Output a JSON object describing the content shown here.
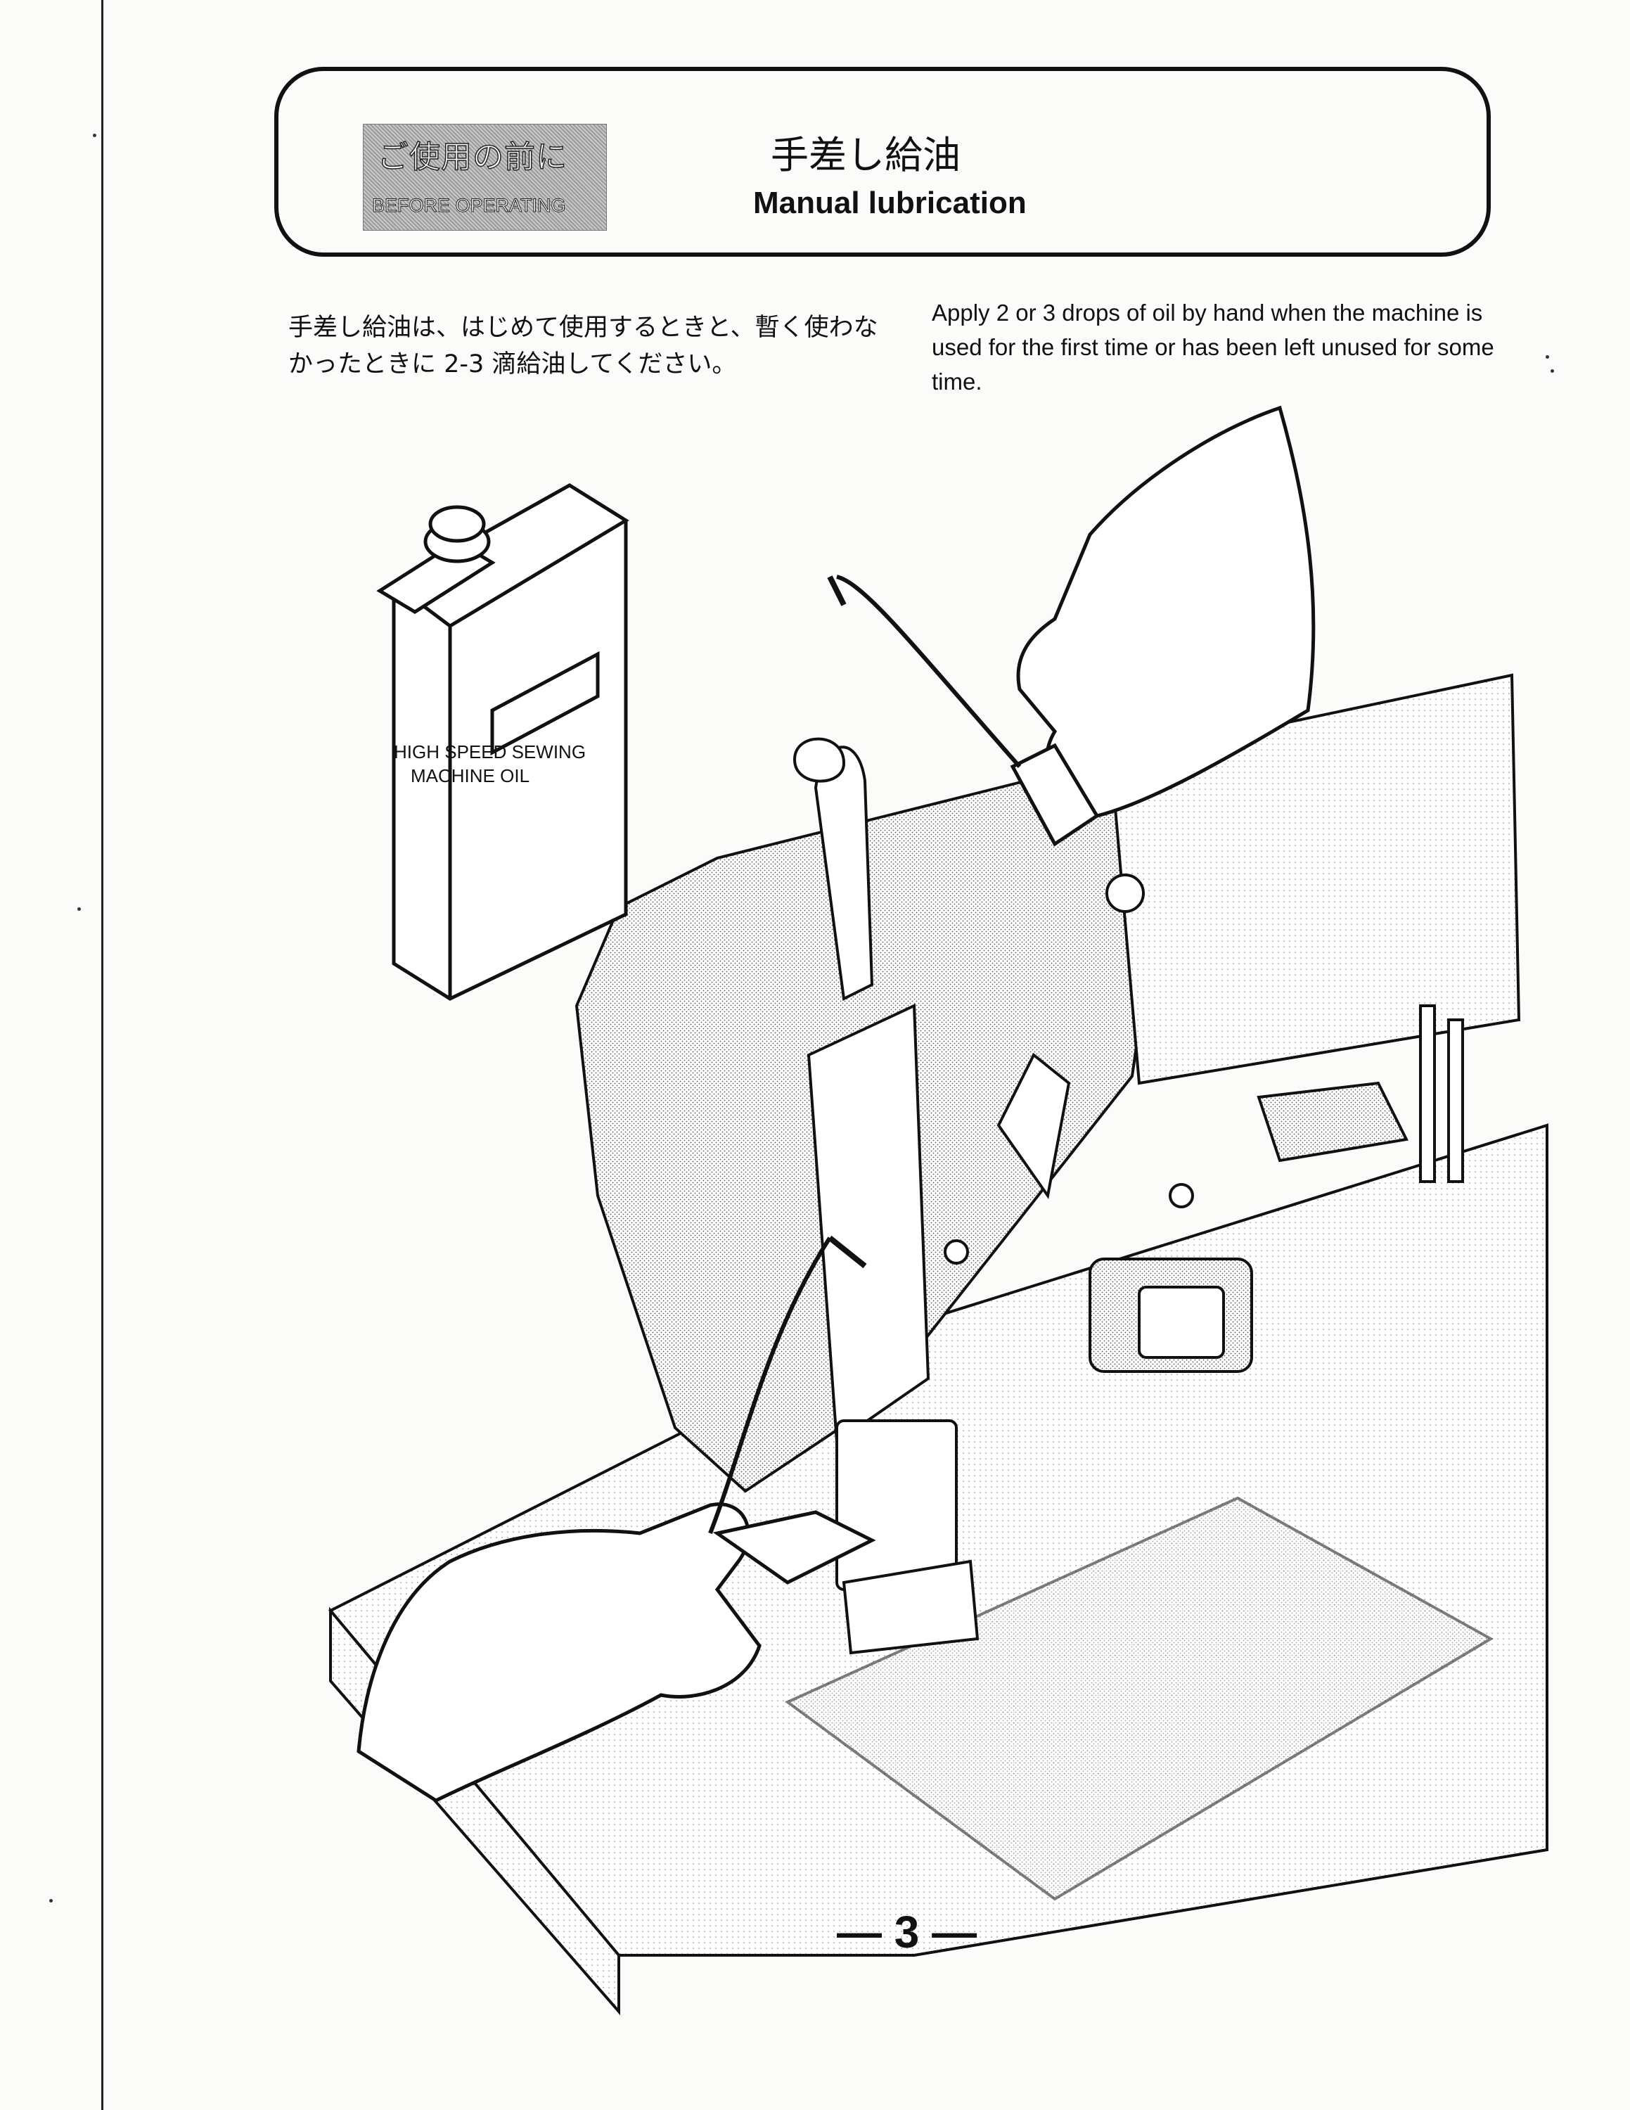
{
  "header": {
    "badge_jp": "ご使用の前に",
    "badge_en": "BEFORE OPERATING",
    "title_jp": "手差し給油",
    "title_en": "Manual lubrication"
  },
  "body": {
    "text_jp": "手差し給油は、はじめて使用するときと、暫く使わなかったときに 2-3 滴給油してください。",
    "text_en": "Apply 2 or 3 drops of oil by hand when the machine is used for the first time or has been left unused for some time."
  },
  "illustration": {
    "oil_can_label_line1": "HIGH SPEED SEWING",
    "oil_can_label_line2": "MACHINE OIL"
  },
  "footer": {
    "page_number": "— 3 —"
  }
}
